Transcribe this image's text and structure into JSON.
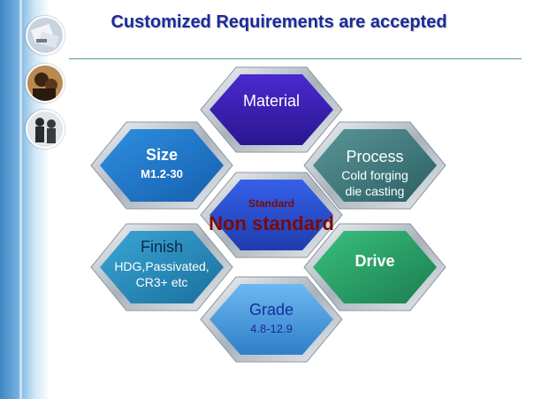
{
  "title": "Customized Requirements  are accepted",
  "hexes": {
    "material": {
      "label": "Material"
    },
    "size": {
      "label": "Size",
      "sub": "M1.2-30"
    },
    "process": {
      "label": "Process",
      "sub1": "Cold forging",
      "sub2": "die casting"
    },
    "center": {
      "label_small": "Standard",
      "label_big": "Non standard"
    },
    "finish": {
      "label": "Finish",
      "sub1": "HDG,Passivated,",
      "sub2": "CR3+  etc"
    },
    "drive": {
      "label": "Drive"
    },
    "grade": {
      "label": "Grade",
      "sub": "4.8-12.9"
    }
  },
  "colors": {
    "title": "#1a2a9c",
    "material": "#3a1fb5",
    "size": "#1f78cc",
    "process": "#3d7b7d",
    "center": "#2a52d6",
    "finish": "#2a8fbe",
    "drive": "#2aa36a",
    "grade": "#4b9fe0",
    "center_text": "#7a0a0a"
  },
  "sidebar": {
    "thumbs": [
      "documents-thumbnail",
      "people-thumbnail",
      "business-thumbnail"
    ]
  }
}
